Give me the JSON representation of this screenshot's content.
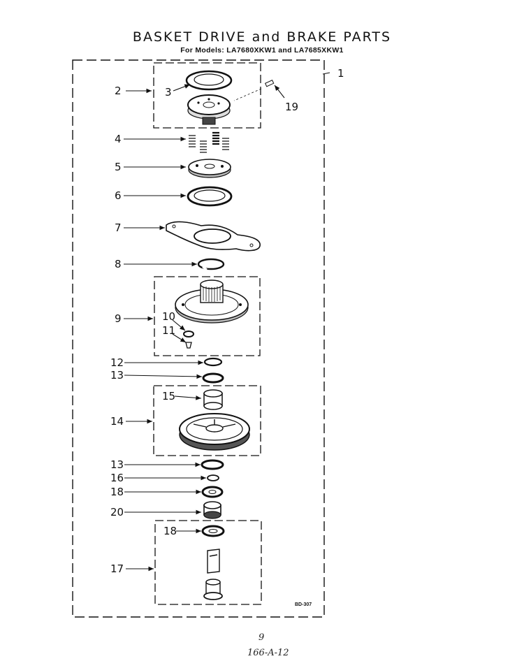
{
  "title": "BASKET DRIVE and BRAKE PARTS",
  "subtitle": "For Models: LA7680XKW1 and LA7685XKW1",
  "diagram_code": "BD-307",
  "page_number": "9",
  "page_ref": "166-A-12",
  "callouts": {
    "c1": "1",
    "c2": "2",
    "c3": "3",
    "c4": "4",
    "c5": "5",
    "c6": "6",
    "c7": "7",
    "c8": "8",
    "c9": "9",
    "c10": "10",
    "c11": "11",
    "c12": "12",
    "c13a": "13",
    "c13b": "13",
    "c14": "14",
    "c15": "15",
    "c16": "16",
    "c17": "17",
    "c18a": "18",
    "c18b": "18",
    "c19": "19",
    "c20": "20"
  }
}
